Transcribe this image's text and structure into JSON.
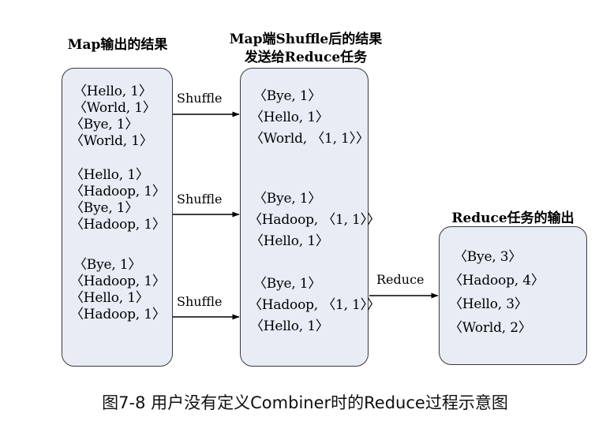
{
  "figure": {
    "caption": "图7-8 用户没有定义Combiner时的Reduce过程示意图"
  },
  "columns": {
    "map_output": {
      "title": "Map输出的结果",
      "groups": [
        [
          "〈Hello, 1〉",
          "〈World, 1〉",
          "〈Bye, 1〉",
          "〈World, 1〉"
        ],
        [
          "〈Hello, 1〉",
          "〈Hadoop, 1〉",
          "〈Bye, 1〉",
          "〈Hadoop, 1〉"
        ],
        [
          "〈Bye, 1〉",
          "〈Hadoop, 1〉",
          "〈Hello, 1〉",
          "〈Hadoop, 1〉"
        ]
      ]
    },
    "shuffle_result": {
      "title_line1": "Map端Shuffle后的结果",
      "title_line2": "发送给Reduce任务",
      "groups": [
        [
          "〈Bye, 1〉",
          "〈Hello, 1〉",
          "〈World, 〈1, 1〉〉"
        ],
        [
          "〈Bye, 1〉",
          "〈Hadoop, 〈1, 1〉〉",
          "〈Hello, 1〉"
        ],
        [
          "〈Bye, 1〉",
          "〈Hadoop, 〈1, 1〉〉",
          "〈Hello, 1〉"
        ]
      ]
    },
    "reduce_output": {
      "title": "Reduce任务的输出",
      "lines": [
        "〈Bye, 3〉",
        "〈Hadoop, 4〉",
        "〈Hello, 3〉",
        "〈World, 2〉"
      ]
    }
  },
  "arrows": {
    "shuffle_1": "Shuffle",
    "shuffle_2": "Shuffle",
    "shuffle_3": "Shuffle",
    "reduce": "Reduce"
  },
  "colors": {
    "box_fill": "#e7ecf5",
    "box_border": "#3a3a3a",
    "arrow": "#000000",
    "background": "#ffffff"
  }
}
